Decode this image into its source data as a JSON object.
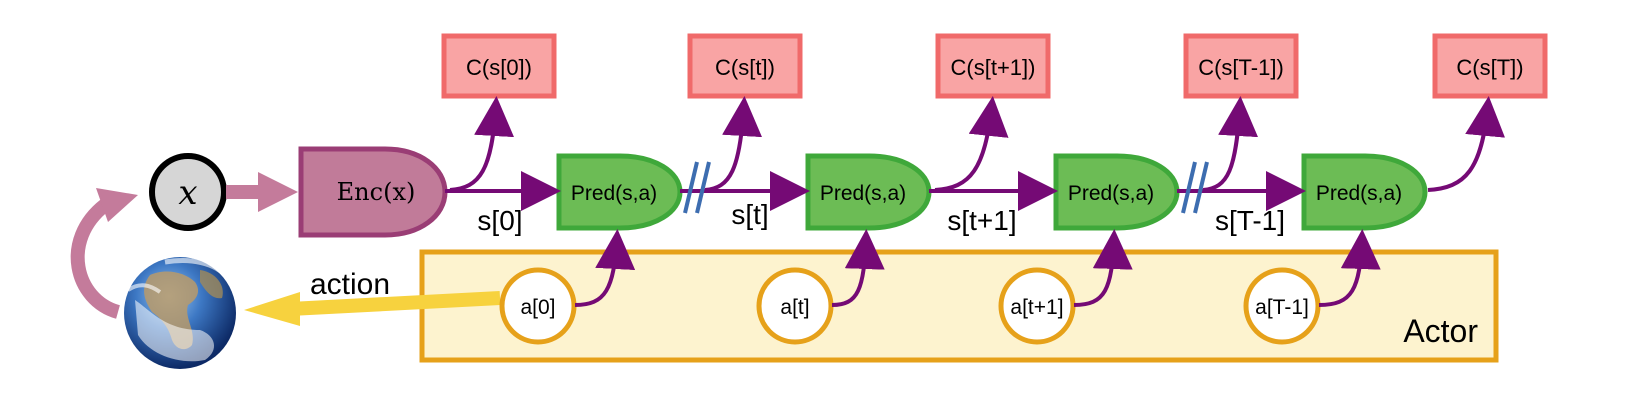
{
  "observation": {
    "label": "x"
  },
  "encoder": {
    "label": "Enc(x)"
  },
  "cost_boxes": [
    {
      "label": "C(s[0])"
    },
    {
      "label": "C(s[t])"
    },
    {
      "label": "C(s[t+1])"
    },
    {
      "label": "C(s[T-1])"
    },
    {
      "label": "C(s[T])"
    }
  ],
  "predictors": [
    {
      "label": "Pred(s,a)"
    },
    {
      "label": "Pred(s,a)"
    },
    {
      "label": "Pred(s,a)"
    },
    {
      "label": "Pred(s,a)"
    }
  ],
  "state_labels": [
    {
      "label": "s[0]"
    },
    {
      "label": "s[t]"
    },
    {
      "label": "s[t+1]"
    },
    {
      "label": "s[T-1]"
    }
  ],
  "actions": [
    {
      "label": "a[0]"
    },
    {
      "label": "a[t]"
    },
    {
      "label": "a[t+1]"
    },
    {
      "label": "a[T-1]"
    }
  ],
  "actor": {
    "label": "Actor"
  },
  "action_label": {
    "label": "action"
  },
  "colors": {
    "cost_fill": "#f9a4a4",
    "cost_stroke": "#f06a6a",
    "pred_fill": "#6cbc55",
    "pred_stroke": "#3fa83a",
    "enc_fill": "#c17b99",
    "enc_stroke": "#9a3d75",
    "arrow": "#750a75",
    "actor_fill": "#fdf3cf",
    "actor_stroke": "#e6a11a",
    "action_arrow": "#f7d23e",
    "obs_arrow": "#c47b9b",
    "break_marks": "#3d6db0"
  }
}
